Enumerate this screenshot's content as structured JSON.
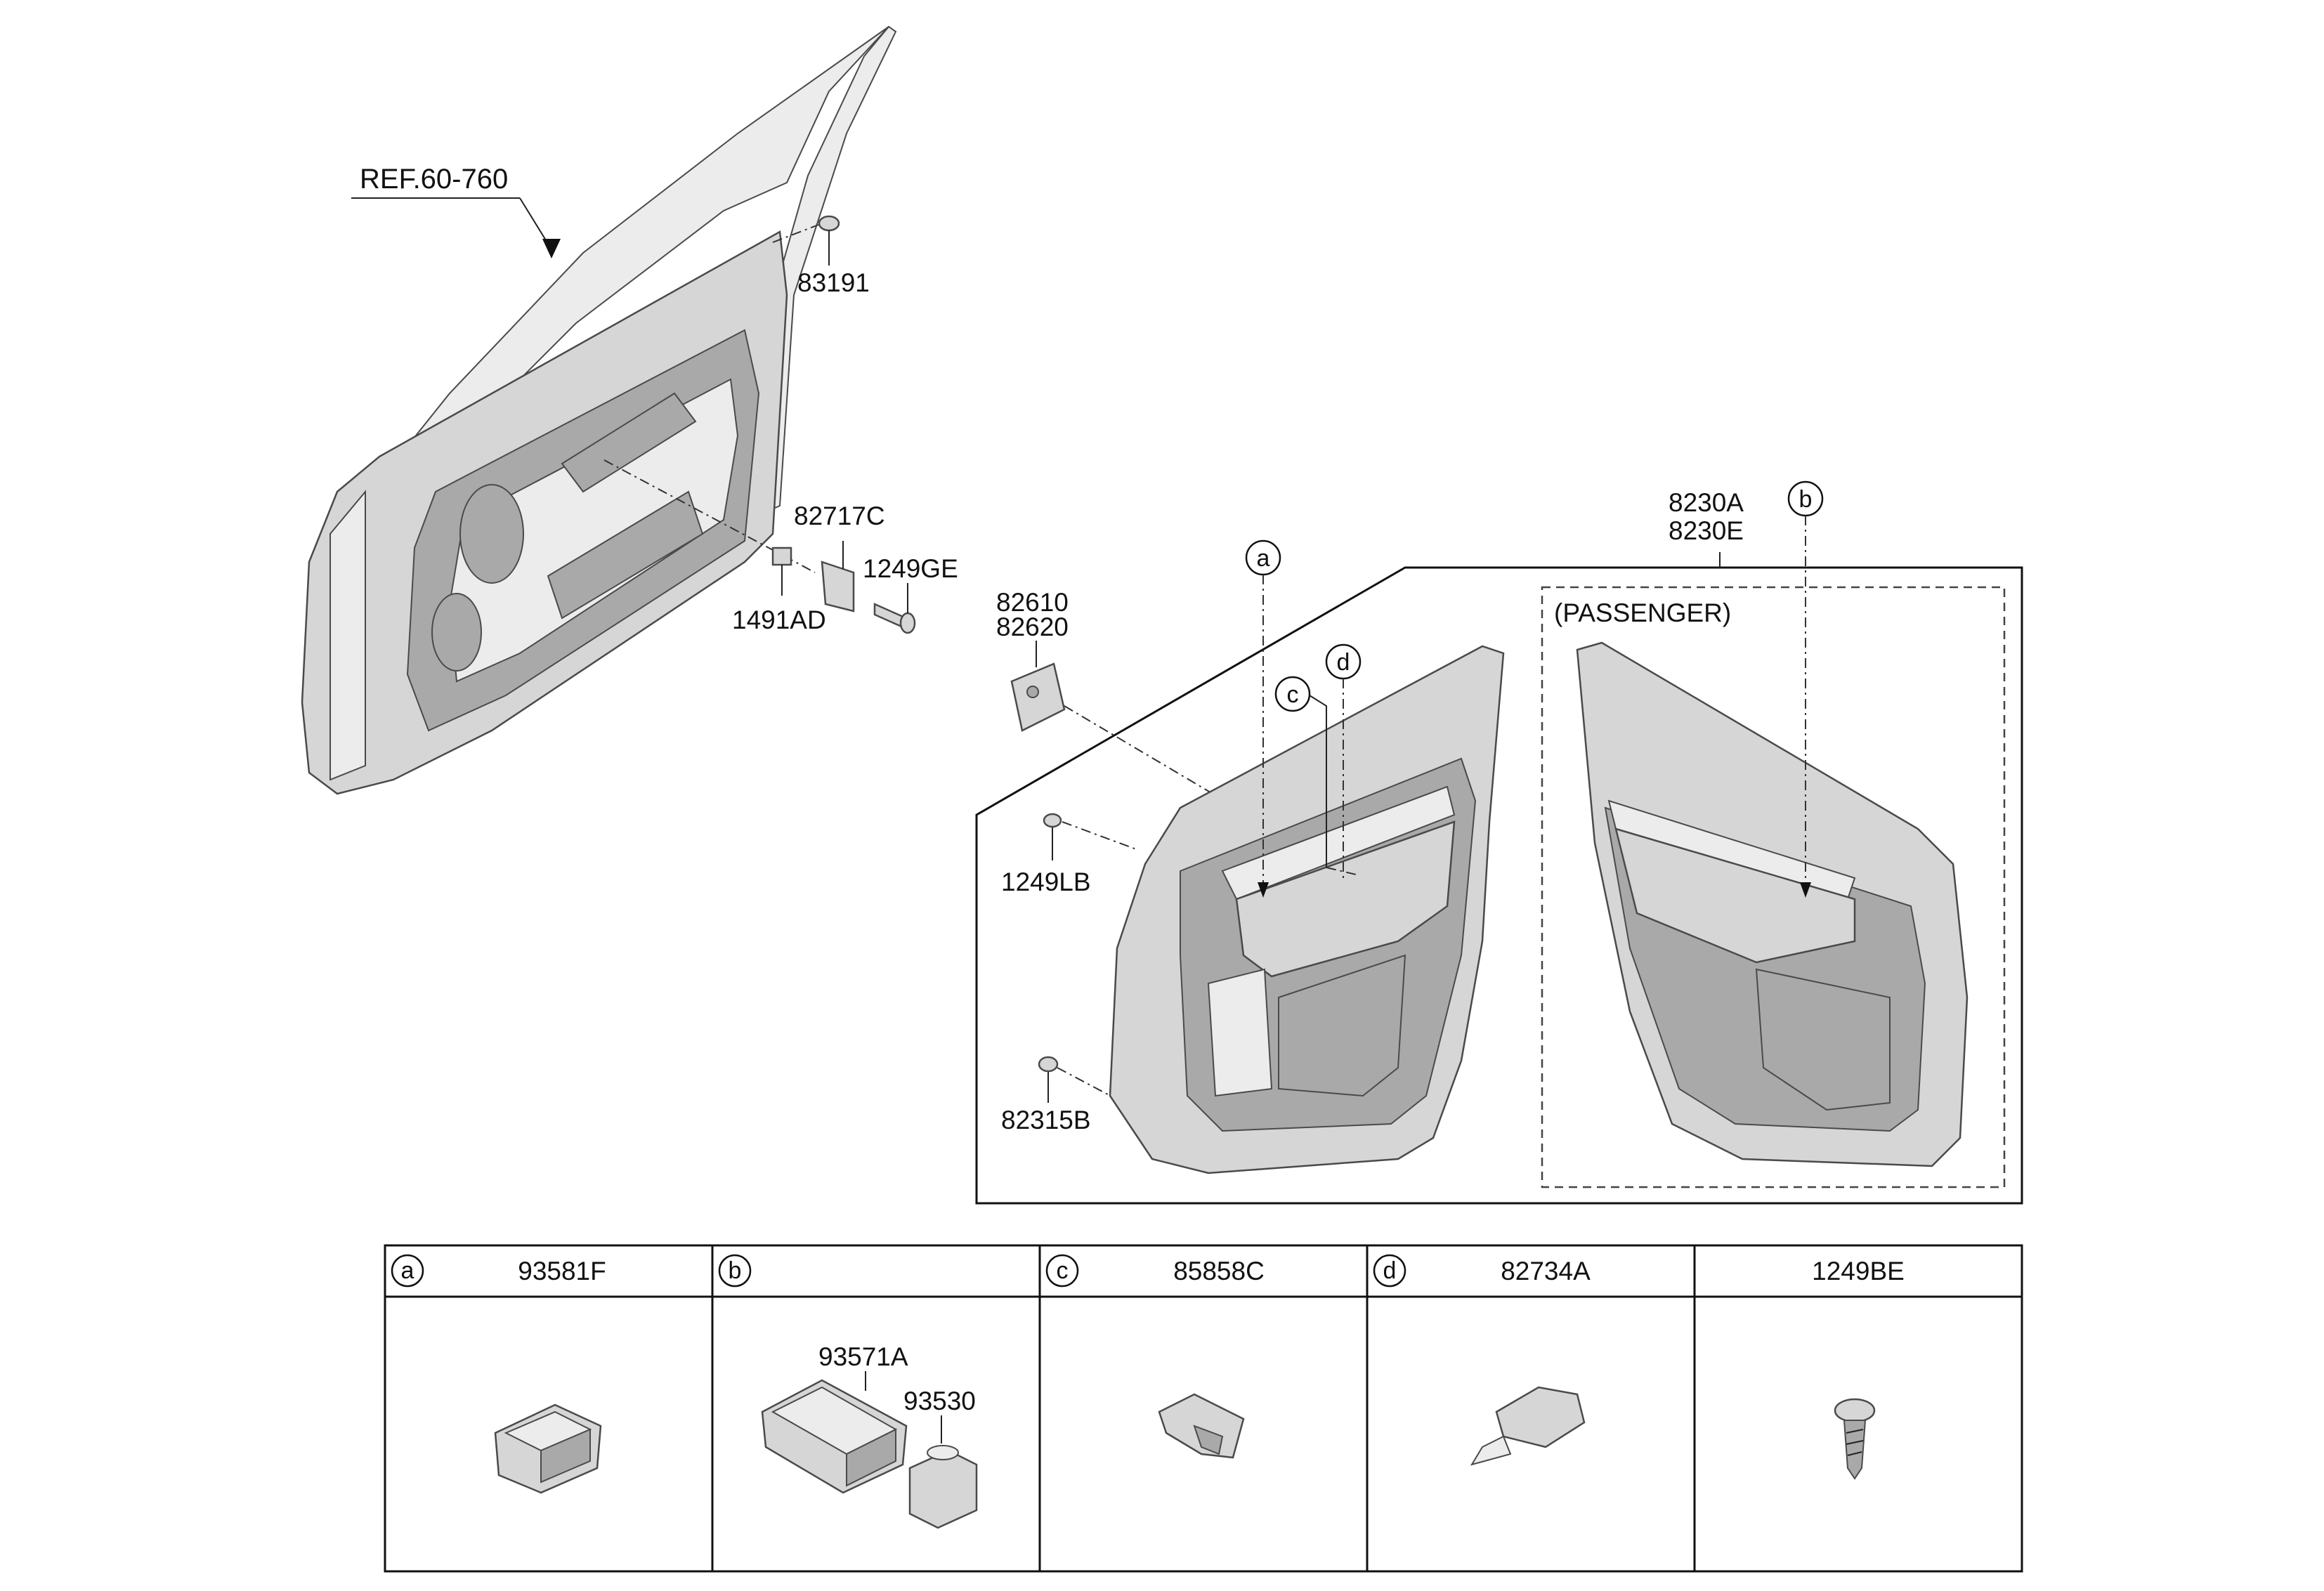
{
  "callouts": {
    "ref": "REF.60-760",
    "p83191": "83191",
    "p82717c": "82717C",
    "p1249ge": "1249GE",
    "p1491ad": "1491AD",
    "p82610": "82610",
    "p82620": "82620",
    "p1249lb": "1249LB",
    "p82315b": "82315B",
    "p8230a": "8230A",
    "p8230e": "8230E",
    "passenger": "(PASSENGER)",
    "ca": "a",
    "cb": "b",
    "cc": "c",
    "cd": "d"
  },
  "table": {
    "cells": [
      {
        "letter": "a",
        "part": "93581F"
      },
      {
        "letter": "b",
        "part": ""
      },
      {
        "letter": "c",
        "part": "85858C"
      },
      {
        "letter": "d",
        "part": "82734A"
      },
      {
        "letter": "",
        "part": "1249BE"
      }
    ],
    "b_sub1": "93571A",
    "b_sub2": "93530"
  }
}
